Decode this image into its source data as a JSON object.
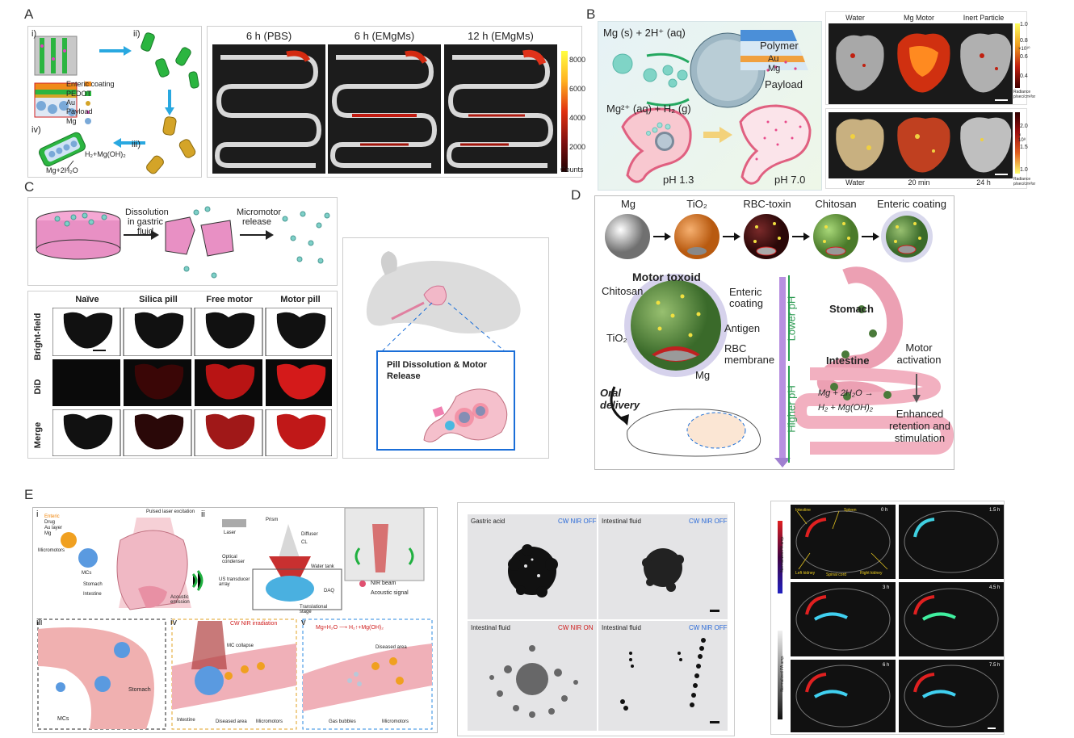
{
  "panels": {
    "A": "A",
    "B": "B",
    "C": "C",
    "D": "D",
    "E": "E"
  },
  "a": {
    "steps": [
      "i)",
      "ii)",
      "iii)",
      "iv)"
    ],
    "legend": [
      "Enteric coating",
      "PEDOT",
      "Au",
      "Payload",
      "Mg"
    ],
    "reaction_product": "H₂+Mg(OH)₂",
    "reaction_reactant": "Mg+2H₂O",
    "img_titles": [
      "6 h (PBS)",
      "6 h (EMgMs)",
      "12 h (EMgMs)"
    ],
    "cbar_ticks": [
      "8000",
      "6000",
      "4000",
      "2000"
    ],
    "cbar_unit": "Counts",
    "colors": {
      "enteric": "#f08a1a",
      "pedot": "#2bb540",
      "au": "#d4a428",
      "payload": "#e040c0",
      "mg": "#7aa9d8"
    }
  },
  "b": {
    "eq_top": "Mg (s) + 2H⁺ (aq)",
    "eq_bottom": "Mg²⁺ (aq) + H₂ (g)",
    "layers": [
      "Polymer",
      "Au",
      "Mg",
      "Payload"
    ],
    "ph_left": "pH 1.3",
    "ph_right": "pH 7.0",
    "top_titles": [
      "Water",
      "Mg Motor",
      "Inert Particle"
    ],
    "top_cbar": [
      "1.0",
      "0.8",
      "0.6",
      "0.4"
    ],
    "top_cbar_exp": "×10¹⁰",
    "top_cbar_unit": "Radiance p/sec/cm²/sr",
    "bottom_titles": [
      "Water",
      "20 min",
      "24 h"
    ],
    "bottom_cbar": [
      "2.0",
      "1.5",
      "1.0"
    ],
    "bottom_cbar_exp": "× 10⁸",
    "bottom_cbar_unit": "Radiance p/sec/cm²/sr"
  },
  "c": {
    "step1": "Dissolution in gastric fluid",
    "step2": "Micromotor release",
    "cols": [
      "Naïve",
      "Silica pill",
      "Free motor",
      "Motor pill"
    ],
    "rows": [
      "Bright-field",
      "DiD",
      "Merge"
    ],
    "callout": "Pill Dissolution & Motor Release"
  },
  "d": {
    "stages": [
      "Mg",
      "TiO₂",
      "RBC-toxin",
      "Chitosan",
      "Enteric coating"
    ],
    "title": "Motor toxoid",
    "labels_left": [
      "Chitosan",
      "TiO₂"
    ],
    "labels_right": [
      "Enteric coating",
      "Antigen",
      "RBC membrane",
      "Mg"
    ],
    "oral": "Oral delivery",
    "lower_ph": "Lower pH",
    "higher_ph": "Higher pH",
    "stomach": "Stomach",
    "intestine": "Intestine",
    "rx1": "Mg + 2H₂O →",
    "rx2": "H₂ + Mg(OH)₂",
    "activation": "Motor activation",
    "enhanced": "Enhanced retention and stimulation"
  },
  "e": {
    "sub": [
      "i",
      "ii",
      "iii",
      "iv",
      "v"
    ],
    "i_labels": [
      "Enteric",
      "Drug",
      "Au layer",
      "Mg",
      "Micromotors",
      "MCs",
      "Stomach",
      "Intestine",
      "Pulsed laser excitation",
      "Acoustic emission"
    ],
    "ii_labels": [
      "Prism",
      "Diffuser",
      "CL",
      "Laser",
      "Optical condenser",
      "Water tank",
      "US transducer array",
      "DAQ",
      "Translational stage"
    ],
    "ii_side": [
      "NIR beam",
      "Acoustic signal"
    ],
    "iii_labels": [
      "MCs",
      "Stomach"
    ],
    "iv_labels": [
      "CW NIR irradiation",
      "MC collapse",
      "Intestine",
      "Diseased area",
      "Micromotors"
    ],
    "v_rx": "Mg+H₂O ⟶ H₂↑+Mg(OH)₂",
    "v_labels": [
      "Diseased area",
      "Gas bubbles",
      "Micromotors"
    ],
    "mid_titles": [
      "Gastric acid",
      "Intestinal fluid",
      "Intestinal fluid",
      "Intestinal fluid"
    ],
    "mid_status": [
      "CW NIR OFF",
      "CW NIR OFF",
      "CW NIR ON",
      "CW NIR OFF"
    ],
    "pa_times": [
      "0 h",
      "1.5 h",
      "3 h",
      "4.5 h",
      "6 h",
      "7.5 h"
    ],
    "pa_organs": [
      "Intestine",
      "Spleen",
      "Left kidney",
      "Spinal cord",
      "Right kidney"
    ],
    "pa_cbar1": "Normalized PA amp.",
    "pa_cbar2": "Normalized PA amp."
  }
}
